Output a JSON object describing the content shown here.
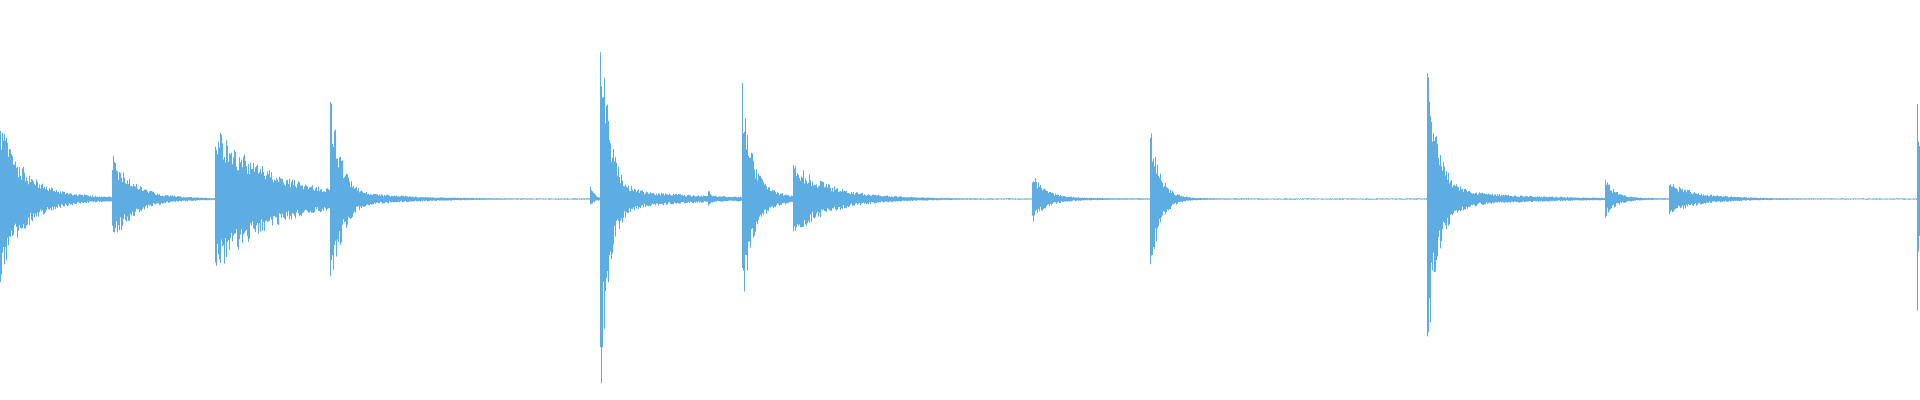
{
  "waveform": {
    "color": "#5dade2",
    "background": "#ffffff",
    "duration_s": 1920,
    "amplitude_range": [
      -1,
      1
    ],
    "baseline_noise": 0.004,
    "onsets": [
      {
        "time": 0,
        "peak_up": 0.46,
        "peak_down": 0.47,
        "decay": 0.045,
        "body": 0.05
      },
      {
        "time": 112,
        "peak_up": 0.27,
        "peak_down": 0.28,
        "decay": 0.05,
        "body": 0.02
      },
      {
        "time": 215,
        "peak_up": 0.39,
        "peak_down": 0.41,
        "decay": 0.018,
        "body": 0.07
      },
      {
        "time": 330,
        "peak_up": 0.65,
        "peak_down": 0.66,
        "decay": 0.09,
        "body": 0.03
      },
      {
        "time": 590,
        "peak_up": 0.08,
        "peak_down": 0.05,
        "decay": 0.2,
        "body": 0.0
      },
      {
        "time": 600,
        "peak_up": 1.21,
        "peak_down": 1.21,
        "decay": 0.12,
        "body": 0.08
      },
      {
        "time": 708,
        "peak_up": 0.06,
        "peak_down": 0.06,
        "decay": 0.2,
        "body": 0.0
      },
      {
        "time": 742,
        "peak_up": 0.7,
        "peak_down": 0.72,
        "decay": 0.1,
        "body": 0.04
      },
      {
        "time": 793,
        "peak_up": 0.21,
        "peak_down": 0.21,
        "decay": 0.03,
        "body": 0.03
      },
      {
        "time": 1032,
        "peak_up": 0.15,
        "peak_down": 0.14,
        "decay": 0.08,
        "body": 0.015
      },
      {
        "time": 1150,
        "peak_up": 0.51,
        "peak_down": 0.52,
        "decay": 0.11,
        "body": 0.01
      },
      {
        "time": 1427,
        "peak_up": 0.96,
        "peak_down": 0.97,
        "decay": 0.1,
        "body": 0.07
      },
      {
        "time": 1605,
        "peak_up": 0.12,
        "peak_down": 0.11,
        "decay": 0.1,
        "body": 0.01
      },
      {
        "time": 1669,
        "peak_up": 0.09,
        "peak_down": 0.08,
        "decay": 0.04,
        "body": 0.02
      },
      {
        "time": 1917,
        "peak_up": 0.78,
        "peak_down": 0.79,
        "decay": 0.5,
        "body": 0.06
      }
    ]
  }
}
